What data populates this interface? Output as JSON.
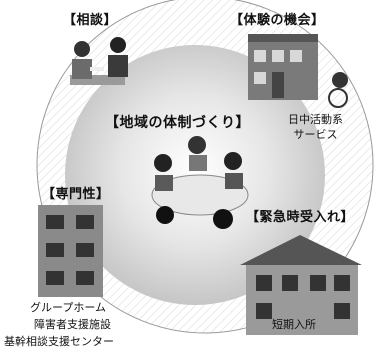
{
  "diagram": {
    "center": {
      "title": "【地域の体制づくり】"
    },
    "nodes": {
      "consultation": {
        "title": "【相談】"
      },
      "experience": {
        "title": "【体験の機会】",
        "caption": "日中活動系\nサービス"
      },
      "expertise": {
        "title": "【専門性】",
        "captions": [
          "グループホーム",
          "障害者支援施設",
          "基幹相談支援センター"
        ]
      },
      "emergency": {
        "title": "【緊急時受入れ】",
        "caption": "短期入所"
      }
    }
  }
}
